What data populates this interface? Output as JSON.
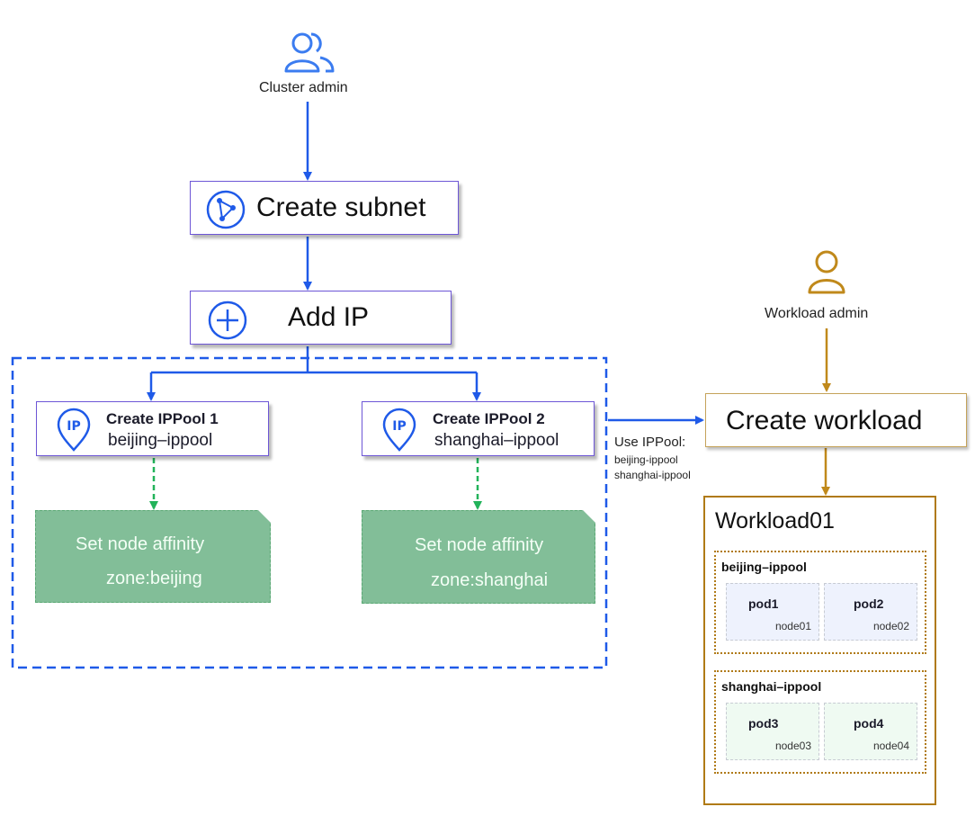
{
  "actors": {
    "cluster_admin": "Cluster admin",
    "workload_admin": "Workload admin"
  },
  "steps": {
    "create_subnet": "Create subnet",
    "add_ip": "Add IP",
    "create_workload": "Create workload"
  },
  "ippools": [
    {
      "title": "Create IPPool 1",
      "name": "beijing–ippool"
    },
    {
      "title": "Create IPPool 2",
      "name": "shanghai–ippool"
    }
  ],
  "affinity": [
    {
      "line1": "Set node affinity",
      "line2": "zone:beijing"
    },
    {
      "line1": "Set node affinity",
      "line2": "zone:shanghai"
    }
  ],
  "use_ippool": {
    "title": "Use IPPool:",
    "items": [
      "beijing-ippool",
      "shanghai-ippool"
    ]
  },
  "workload": {
    "title": "Workload01",
    "groups": [
      {
        "name": "beijing–ippool",
        "pods": [
          {
            "name": "pod1",
            "node": "node01"
          },
          {
            "name": "pod2",
            "node": "node02"
          }
        ]
      },
      {
        "name": "shanghai–ippool",
        "pods": [
          {
            "name": "pod3",
            "node": "node03"
          },
          {
            "name": "pod4",
            "node": "node04"
          }
        ]
      }
    ]
  },
  "colors": {
    "blue_arrow": "#1f5ae8",
    "green_arrow": "#22b35a",
    "gold": "#c0891b",
    "box_border": "#6d56d6",
    "note_fill": "#82be98"
  },
  "icons": {
    "cluster_admin": "users-icon",
    "workload_admin": "user-icon",
    "create_subnet": "subnet-icon",
    "add_ip": "plus-circle-icon",
    "ippool": "ip-pin-icon"
  }
}
